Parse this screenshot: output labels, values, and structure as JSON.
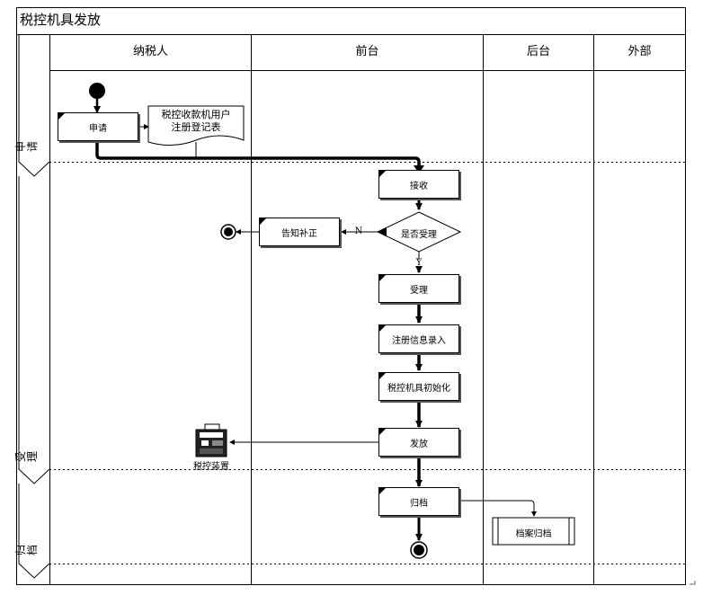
{
  "title": "税控机具发放",
  "lanes": [
    "纳税人",
    "前台",
    "后台",
    "外部"
  ],
  "phases": [
    "申请",
    "受理",
    "归档"
  ],
  "nodes": {
    "apply": "申请",
    "form_line1": "税控收款机用户",
    "form_line2": "注册登记表",
    "receive": "接收",
    "decision": "是否受理",
    "notify": "告知补正",
    "accept": "受理",
    "register": "注册信息录入",
    "init": "税控机具初始化",
    "issue": "发放",
    "archive": "归档",
    "archive_backend": "档案归档",
    "device": "税控装置"
  },
  "edge_labels": {
    "no": "N",
    "yes": "Y"
  }
}
